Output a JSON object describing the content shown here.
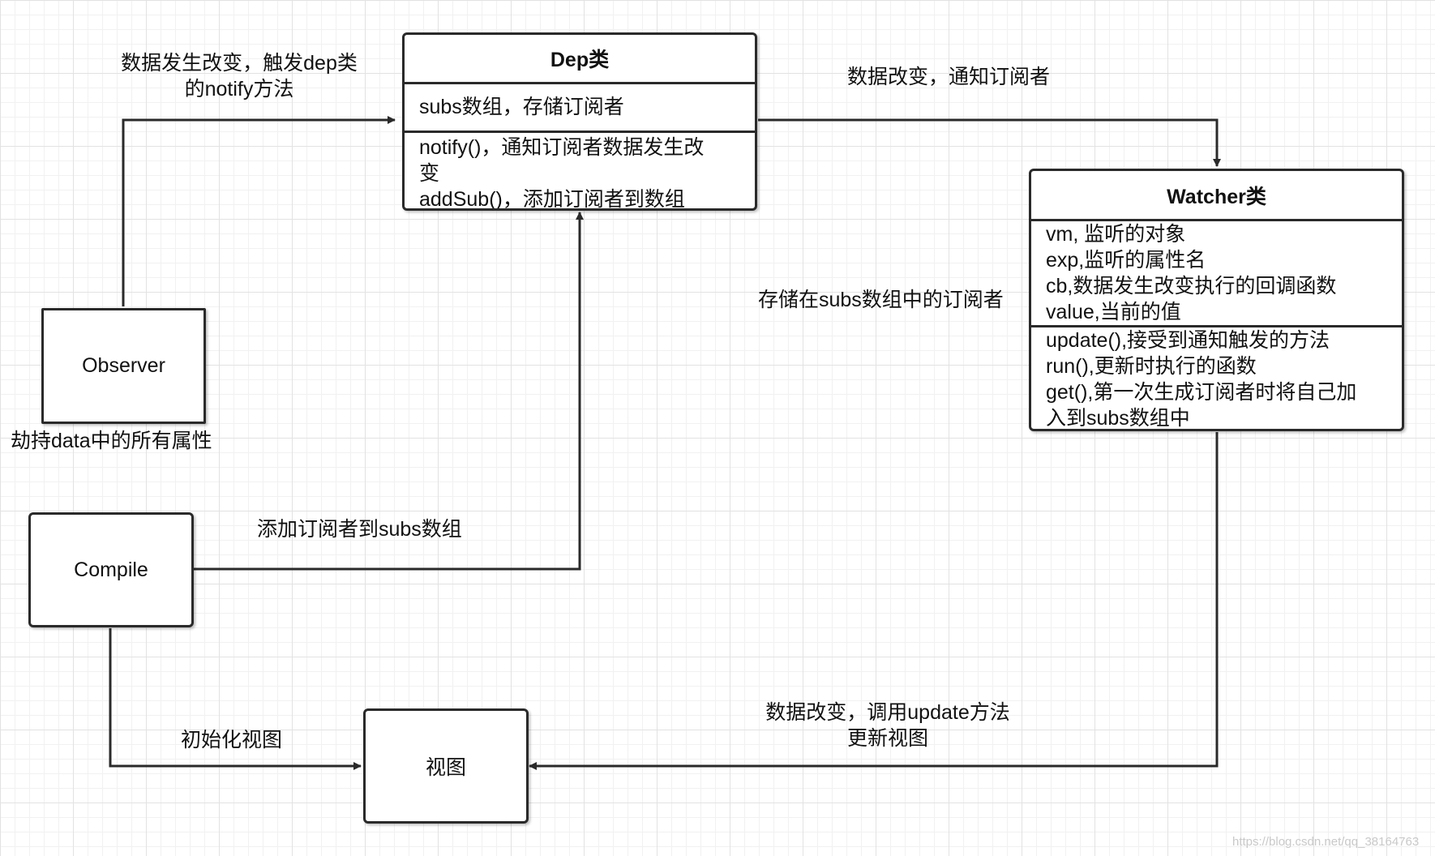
{
  "dep_class": {
    "title": "Dep类",
    "attributes": [
      "subs数组，存储订阅者"
    ],
    "methods": [
      "notify()，通知订阅者数据发生改",
      "变",
      "addSub()，添加订阅者到数组"
    ]
  },
  "watcher_class": {
    "title": "Watcher类",
    "attributes": [
      "vm, 监听的对象",
      "exp,监听的属性名",
      "cb,数据发生改变执行的回调函数",
      "value,当前的值"
    ],
    "methods": [
      "update(),接受到通知触发的方法",
      "run(),更新时执行的函数",
      "get(),第一次生成订阅者时将自己加",
      "入到subs数组中"
    ]
  },
  "nodes": {
    "observer": "Observer",
    "compile": "Compile",
    "view": "视图"
  },
  "labels": {
    "observer_to_dep": [
      "数据发生改变，触发dep类",
      "的notify方法"
    ],
    "dep_to_watcher": "数据改变，通知订阅者",
    "watcher_stored": "存储在subs数组中的订阅者",
    "observer_desc": "劫持data中的所有属性",
    "compile_to_dep": "添加订阅者到subs数组",
    "compile_to_view": "初始化视图",
    "watcher_to_view": [
      "数据改变，调用update方法",
      "更新视图"
    ]
  },
  "watermark": "https://blog.csdn.net/qq_38164763",
  "colors": {
    "stroke": "#2a2a2a",
    "grid_major": "#e2e2e2",
    "grid_minor": "#f1f1f1"
  }
}
